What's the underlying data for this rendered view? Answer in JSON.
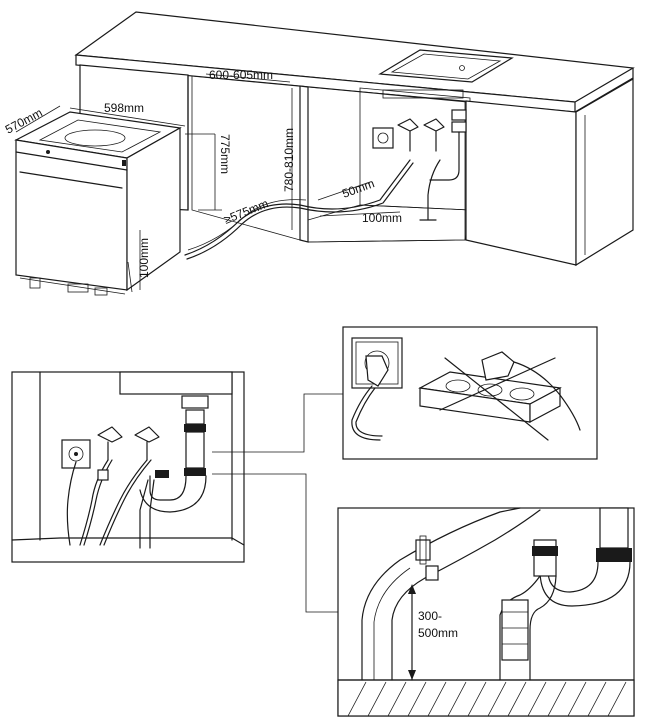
{
  "dimensions": {
    "depth": "570mm",
    "width": "598mm",
    "cabinet_width": "600-605mm",
    "height": "775mm",
    "cabinet_height": "780-810mm",
    "hose_min": "≥575mm",
    "socket_height": "50mm",
    "socket_offset": "100mm",
    "plinth": "100mm",
    "hose_loop_line1": "300-",
    "hose_loop_line2": "500mm"
  }
}
